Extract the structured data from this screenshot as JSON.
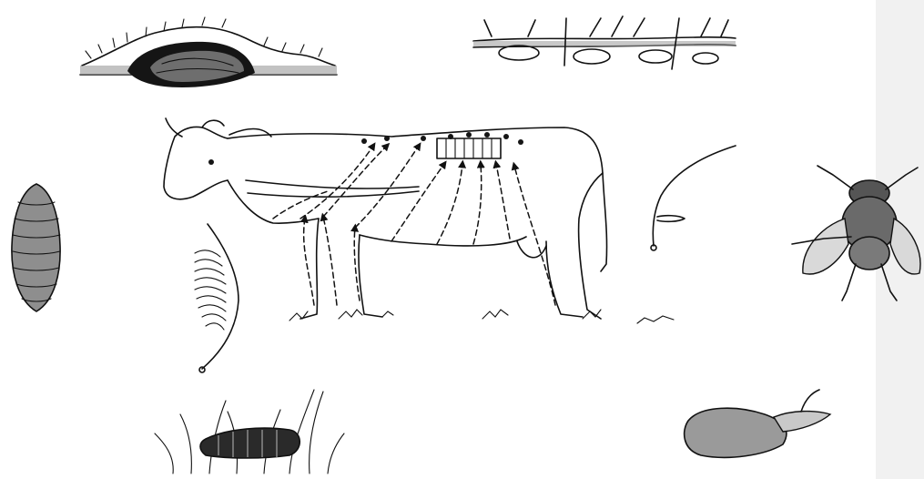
{
  "figure": {
    "kind": "life-cycle illustration",
    "colors": {
      "ink": "#111111",
      "paper": "#ffffff",
      "edge": "#f1f1f1"
    },
    "stages": [
      "larva-in-skin-warble",
      "eggs-on-hair",
      "cow-migration-paths",
      "mature-larva",
      "first-instar-larva-coiled",
      "hatched-larva",
      "pupa-in-grass",
      "adult-fly",
      "pupal-case-emerging"
    ]
  }
}
